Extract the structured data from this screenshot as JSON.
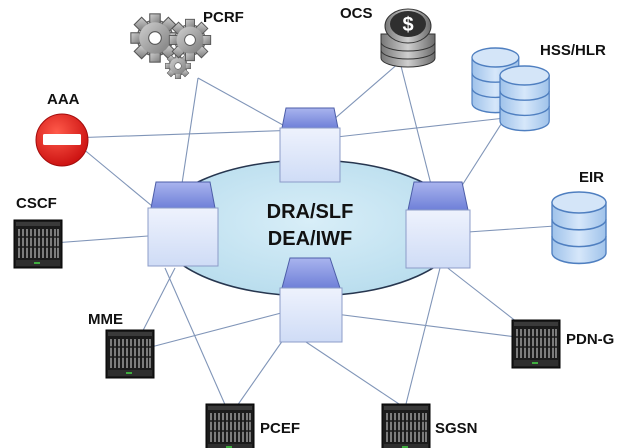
{
  "core": {
    "line1": "DRA/SLF",
    "line2": "DEA/IWF"
  },
  "nodes": {
    "pcrf": "PCRF",
    "ocs": "OCS",
    "hss_hlr": "HSS/HLR",
    "aaa": "AAA",
    "eir": "EIR",
    "cscf": "CSCF",
    "mme": "MME",
    "pdn_g": "PDN-G",
    "pcef": "PCEF",
    "sgsn": "SGSN"
  },
  "colors": {
    "link": "#8095b8",
    "ring_fill": "#c6e4f1",
    "ring_stroke": "#27364f",
    "box_face": "#dde6fb",
    "box_top": "#7f8fe0",
    "db_fill": "#b9d4f2",
    "db_stroke": "#4f7fc0",
    "aaa_red": "#e02020"
  },
  "icons": {
    "pcrf": "gears-icon",
    "ocs": "coin-stack-icon",
    "hss_hlr": "database-icon",
    "aaa": "no-entry-icon",
    "eir": "database-icon",
    "server": "server-rack-icon"
  }
}
